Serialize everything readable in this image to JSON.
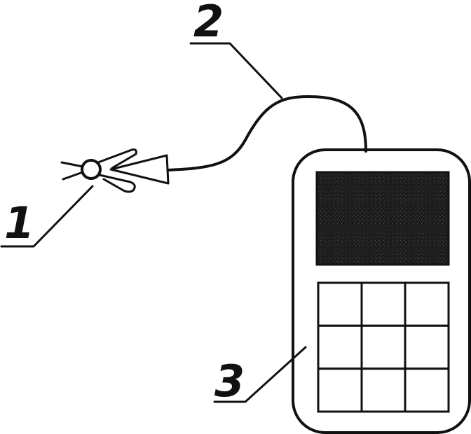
{
  "labels": {
    "clip": "1",
    "cable": "2",
    "device": "3"
  },
  "colors": {
    "ink": "#111111",
    "screen": "#222222",
    "background": "#ffffff"
  },
  "keypad": {
    "rows": 3,
    "columns": 3
  }
}
